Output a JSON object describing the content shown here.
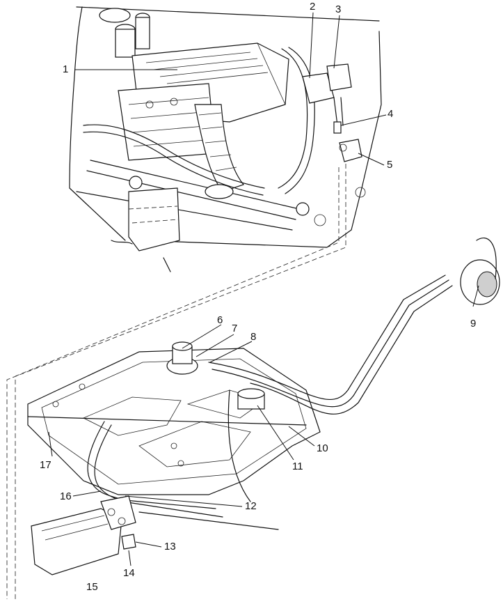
{
  "figure": {
    "callouts": [
      {
        "id": "1",
        "text": "1"
      },
      {
        "id": "2",
        "text": "2"
      },
      {
        "id": "3",
        "text": "3"
      },
      {
        "id": "4",
        "text": "4"
      },
      {
        "id": "5",
        "text": "5"
      },
      {
        "id": "6",
        "text": "6"
      },
      {
        "id": "7",
        "text": "7"
      },
      {
        "id": "8",
        "text": "8"
      },
      {
        "id": "9",
        "text": "9"
      },
      {
        "id": "10",
        "text": "10"
      },
      {
        "id": "11",
        "text": "11"
      },
      {
        "id": "12",
        "text": "12"
      },
      {
        "id": "13",
        "text": "13"
      },
      {
        "id": "14",
        "text": "14"
      },
      {
        "id": "15",
        "text": "15"
      },
      {
        "id": "16",
        "text": "16"
      },
      {
        "id": "17",
        "text": "17"
      }
    ]
  }
}
